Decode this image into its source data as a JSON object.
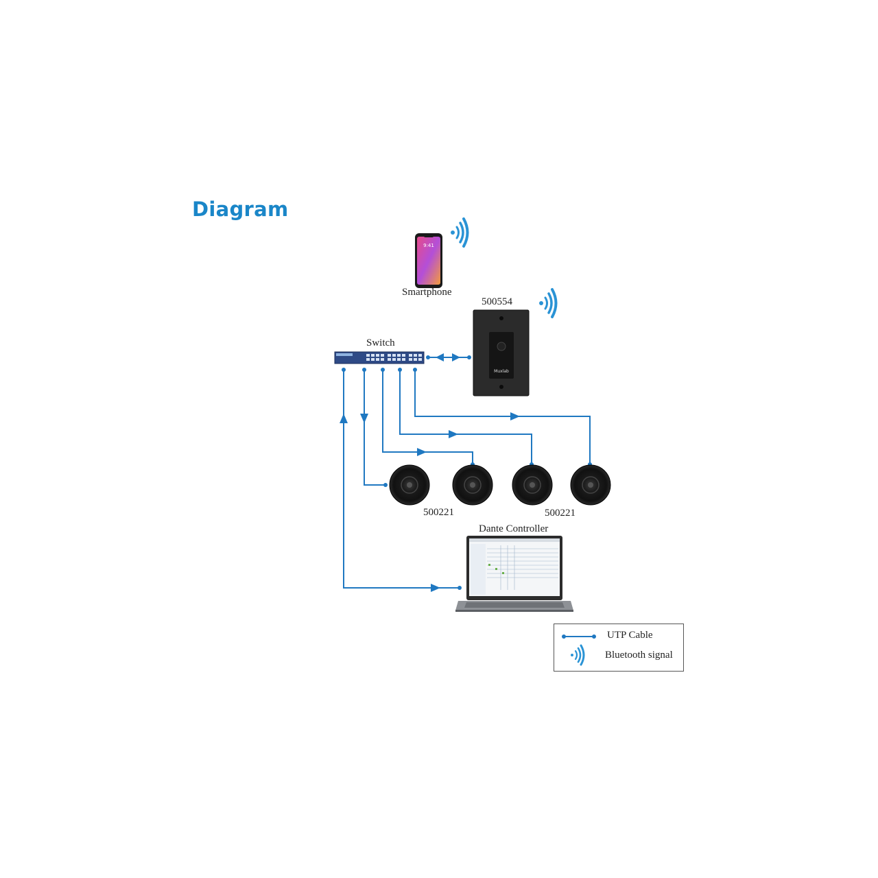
{
  "heading": "Diagram",
  "nodes": {
    "smartphone": "Smartphone",
    "wall_panel": "500554",
    "switch": "Switch",
    "speaker_left_label": "500221",
    "speaker_right_label": "500221",
    "dante_controller": "Dante Controller"
  },
  "legend": {
    "utp_cable": "UTP Cable",
    "bluetooth_signal": "Bluetooth signal"
  },
  "colors": {
    "accent": "#1a86c8",
    "cable": "#1f78c1"
  }
}
